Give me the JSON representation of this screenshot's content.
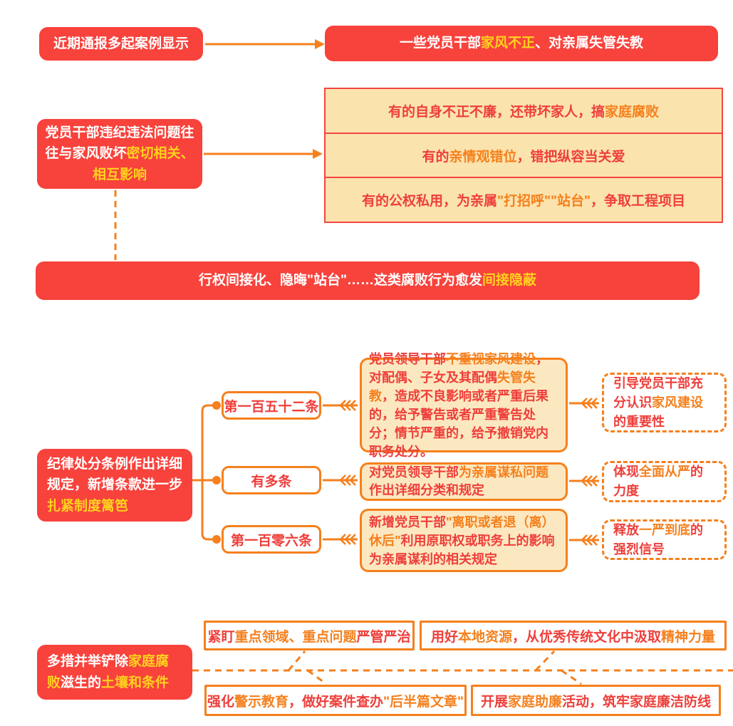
{
  "colors": {
    "box_red": "#f8423c",
    "highlight_yellow": "#ffd21e",
    "accent_orange": "#f5801d",
    "text_red": "#ee3f3b",
    "cream_light": "#fbe3ad",
    "cream_box": "#fce8c0"
  },
  "top": {
    "source_box": "近期通报多起案例显示",
    "result_box": [
      {
        "t": "一些党员干部",
        "c": "white"
      },
      {
        "t": "家风不正",
        "c": "yellow"
      },
      {
        "t": "、对亲属失管失教",
        "c": "white"
      }
    ]
  },
  "section2": {
    "left_box": [
      {
        "t": "党员干部违纪违法问题往往与家风败坏",
        "c": "white"
      },
      {
        "t": "密切相关、相互影响",
        "c": "yellow"
      }
    ],
    "rows": [
      [
        {
          "t": "有的自身不正不廉，还带坏家人，搞",
          "c": "red"
        },
        {
          "t": "家庭腐败",
          "c": "orange"
        }
      ],
      [
        {
          "t": "有的",
          "c": "red"
        },
        {
          "t": "亲情观错位",
          "c": "orange"
        },
        {
          "t": "，错把纵容当关爱",
          "c": "red"
        }
      ],
      [
        {
          "t": "有的公权私用，为亲属",
          "c": "red"
        },
        {
          "t": "\"打招呼\"\"站台\"",
          "c": "orange"
        },
        {
          "t": "，争取工程项目",
          "c": "red"
        }
      ]
    ],
    "banner": [
      {
        "t": "行权间接化、隐晦\"站台\"……这类腐败行为愈发",
        "c": "white"
      },
      {
        "t": "间接隐蔽",
        "c": "yellow"
      }
    ]
  },
  "regulation": {
    "left_box": [
      {
        "t": "纪律处分条例作出详细规定，新增条款进一步",
        "c": "white"
      },
      {
        "t": "扎紧制度篱笆",
        "c": "yellow"
      }
    ],
    "items": [
      {
        "node": "第一百五十二条",
        "detail": [
          {
            "t": "党员领导干部",
            "c": "red"
          },
          {
            "t": "不重视家风建设",
            "c": "orange"
          },
          {
            "t": "，对配偶、子女及其配偶",
            "c": "red"
          },
          {
            "t": "失管失教",
            "c": "orange"
          },
          {
            "t": "，造成不良影响或者严重后果的，给予警告或者严重警告处分；情节严重的，给予撤销党内职务处分。",
            "c": "red"
          }
        ],
        "effect": [
          {
            "t": "引导党员干部充分认识",
            "c": "red"
          },
          {
            "t": "家风建设",
            "c": "orange"
          },
          {
            "t": "的重要性",
            "c": "red"
          }
        ]
      },
      {
        "node": "有多条",
        "detail": [
          {
            "t": "对党员领导干部",
            "c": "red"
          },
          {
            "t": "为亲属谋私问题",
            "c": "orange"
          },
          {
            "t": "作出详细分类和规定",
            "c": "red"
          }
        ],
        "effect": [
          {
            "t": "体现",
            "c": "red"
          },
          {
            "t": "全面从严",
            "c": "orange"
          },
          {
            "t": "的力度",
            "c": "red"
          }
        ]
      },
      {
        "node": "第一百零六条",
        "detail": [
          {
            "t": "新增党员干部",
            "c": "red"
          },
          {
            "t": "\"离职或者退（离）休后\"",
            "c": "orange"
          },
          {
            "t": "利用原职权或职务上的影响为亲属谋利的相关规定",
            "c": "red"
          }
        ],
        "effect": [
          {
            "t": "释放",
            "c": "red"
          },
          {
            "t": "一严到底",
            "c": "orange"
          },
          {
            "t": "的强烈信号",
            "c": "red"
          }
        ]
      }
    ]
  },
  "measures": {
    "left_box": [
      {
        "t": "多措并举铲除",
        "c": "white"
      },
      {
        "t": "家庭腐败",
        "c": "yellow"
      },
      {
        "t": "滋生的",
        "c": "white"
      },
      {
        "t": "土壤和条件",
        "c": "yellow"
      }
    ],
    "boxes": [
      [
        {
          "t": "紧盯",
          "c": "red"
        },
        {
          "t": "重点领域、重点问题",
          "c": "orange"
        },
        {
          "t": "严管严治",
          "c": "red"
        }
      ],
      [
        {
          "t": "用好",
          "c": "red"
        },
        {
          "t": "本地资源",
          "c": "orange"
        },
        {
          "t": "，从优秀传统文化中汲取",
          "c": "red"
        },
        {
          "t": "精神力量",
          "c": "orange"
        }
      ],
      [
        {
          "t": "强化",
          "c": "red"
        },
        {
          "t": "警示教育",
          "c": "orange"
        },
        {
          "t": "，做好案件查办",
          "c": "red"
        },
        {
          "t": "\"后半篇文章\"",
          "c": "orange"
        }
      ],
      [
        {
          "t": "开展",
          "c": "red"
        },
        {
          "t": "家庭助廉",
          "c": "orange"
        },
        {
          "t": "活动，筑牢家庭廉洁防线",
          "c": "red"
        }
      ]
    ]
  }
}
